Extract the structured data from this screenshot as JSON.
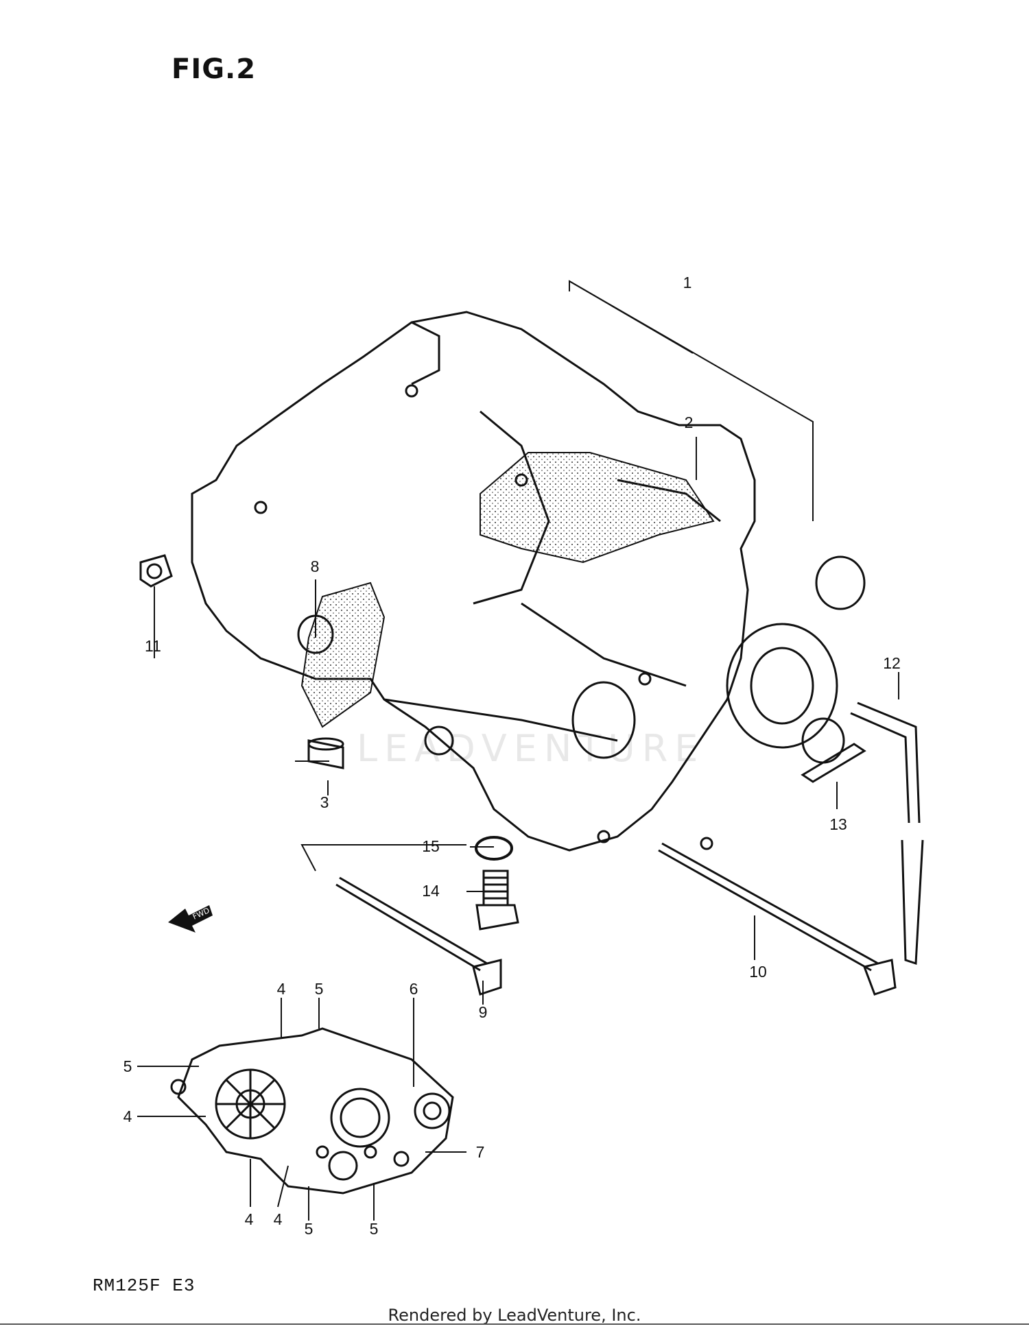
{
  "figure": {
    "title": "FIG.2"
  },
  "watermark": {
    "text": "LEADVENTURE"
  },
  "fwd_arrow": {
    "label": "FWD"
  },
  "callouts": [
    "1",
    "2",
    "3",
    "4",
    "5",
    "6",
    "7",
    "8",
    "9",
    "10",
    "11",
    "12",
    "13",
    "14",
    "15"
  ],
  "callouts_lower": [
    "4",
    "5",
    "6",
    "5",
    "4",
    "7",
    "4",
    "4",
    "5",
    "5"
  ],
  "model": {
    "code": "RM125F E3"
  },
  "footer": {
    "credit": "Rendered by LeadVenture, Inc."
  }
}
